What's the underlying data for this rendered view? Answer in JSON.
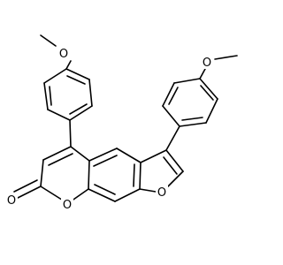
{
  "structure": {
    "atom_labels": {
      "methoxy_o_left": "O",
      "methoxy_o_right": "O",
      "ring_o_pyranone": "O",
      "carbonyl_o": "O",
      "ring_o_furan": "O"
    }
  }
}
